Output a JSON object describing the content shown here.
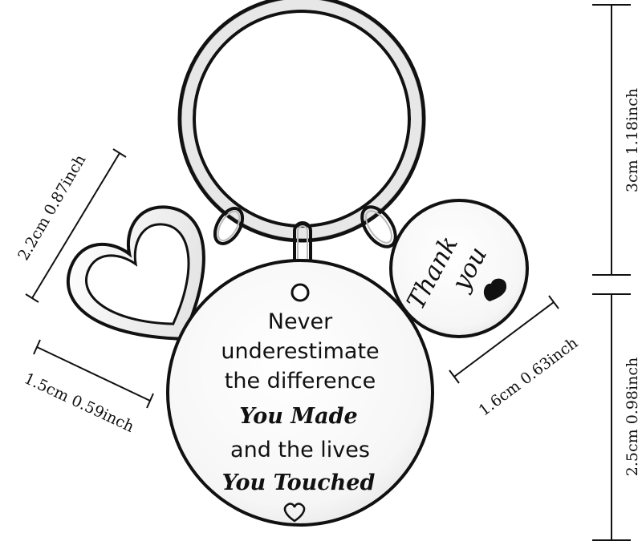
{
  "product": {
    "main_tag": {
      "line1": "Never",
      "line2": "underestimate",
      "line3": "the difference",
      "line4": "You Made",
      "line5": "and the lives",
      "line6": "You Touched"
    },
    "small_tag": {
      "line1": "Thank",
      "line2": "you"
    },
    "icons": [
      "heart-charm-icon",
      "small-heart-icon",
      "engraved-heart-icon",
      "key-ring-icon"
    ]
  },
  "dimensions": {
    "heart": "2.2cm 0.87inch",
    "heart_width": "1.5cm 0.59inch",
    "small_tag": "1.6cm 0.63inch",
    "ring": "3cm 1.18inch",
    "main_tag": "2.5cm 0.98inch"
  },
  "colors": {
    "outline": "#111111",
    "background": "#ffffff",
    "metal_shade": "#d8d8d8"
  }
}
